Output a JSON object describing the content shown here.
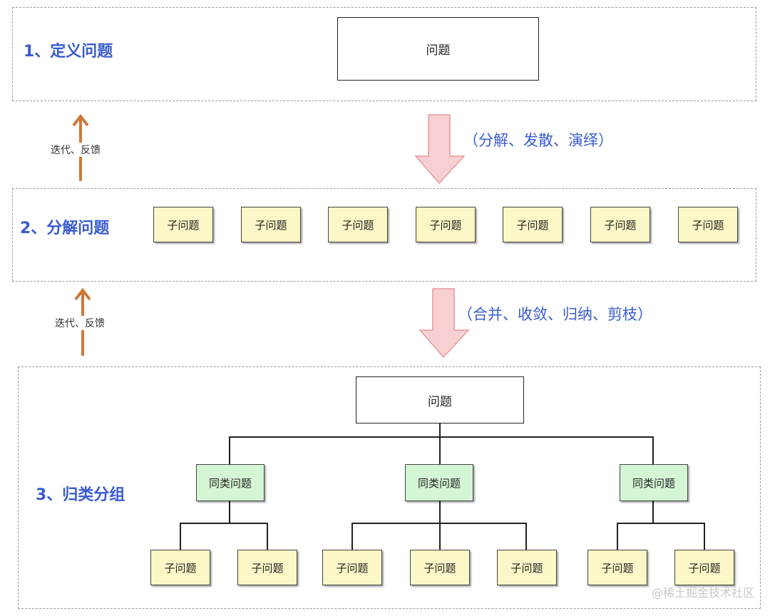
{
  "steps": {
    "define": {
      "title": "1、定义问题",
      "box": "问题"
    },
    "decompose": {
      "title": "2、分解问题",
      "boxes": [
        "子问题",
        "子问题",
        "子问题",
        "子问题",
        "子问题",
        "子问题",
        "子问题"
      ]
    },
    "group": {
      "title": "3、归类分组",
      "root": "问题",
      "groups": [
        {
          "label": "同类问题",
          "children": [
            "子问题",
            "子问题"
          ]
        },
        {
          "label": "同类问题",
          "children": [
            "子问题",
            "子问题",
            "子问题"
          ]
        },
        {
          "label": "同类问题",
          "children": [
            "子问题",
            "子问题"
          ]
        }
      ]
    }
  },
  "transitions": {
    "down1": "（分解、发散、演绎）",
    "down2": "（合并、收敛、归纳、剪枝）",
    "feedback1": "迭代、反馈",
    "feedback2": "迭代、反馈"
  },
  "colors": {
    "step_title": "#3a5bd0",
    "sub_box_fill": "#fbf7c6",
    "group_box_fill": "#d4f6d4",
    "down_arrow_fill": "#f9d0d2",
    "feedback_arrow": "#cc7a3c"
  },
  "watermark": "@稀土掘金技术社区"
}
